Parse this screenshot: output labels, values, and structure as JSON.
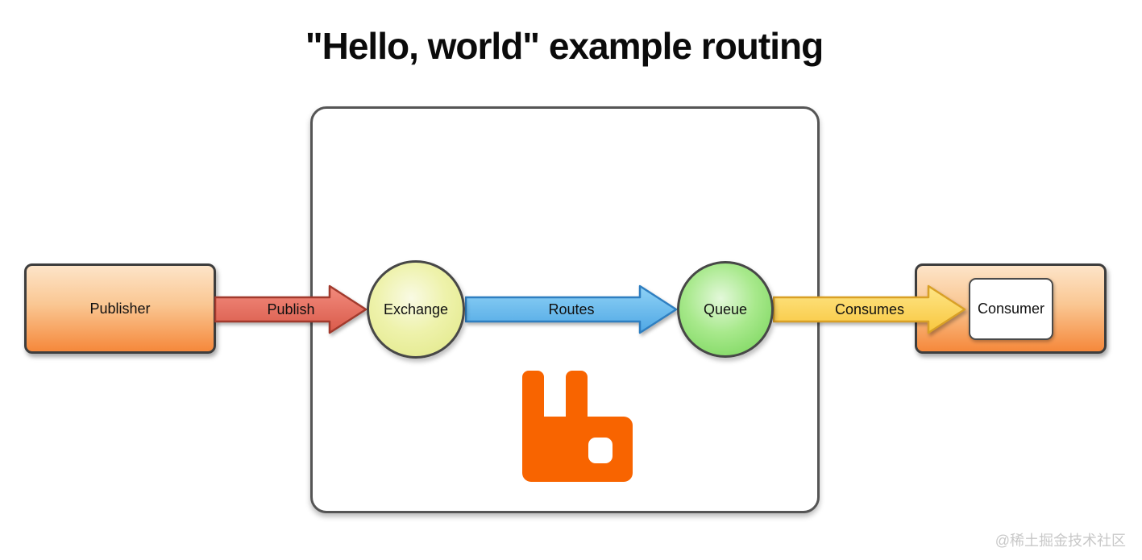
{
  "title": "\"Hello, world\" example routing",
  "watermark": "@稀土掘金技术社区",
  "diagram": {
    "description": "RabbitMQ hello-world message routing diagram",
    "nodes": {
      "publisher": {
        "label": "Publisher",
        "shape": "rounded-box",
        "fill": "orange-gradient"
      },
      "exchange": {
        "label": "Exchange",
        "shape": "circle",
        "fill": "#e0e784"
      },
      "queue": {
        "label": "Queue",
        "shape": "circle",
        "fill": "#72d254"
      },
      "consumer": {
        "label": "Consumer",
        "shape": "white-box-in-orange-box",
        "fill": "#ffffff"
      },
      "broker": {
        "label": "",
        "shape": "large-rounded-container",
        "fill": "#ffffff"
      }
    },
    "edges": [
      {
        "label": "Publish",
        "from": "publisher",
        "to": "exchange",
        "color": "#e66a5c"
      },
      {
        "label": "Routes",
        "from": "exchange",
        "to": "queue",
        "color": "#6ec3f0"
      },
      {
        "label": "Consumes",
        "from": "queue",
        "to": "consumer",
        "color": "#fcd964"
      }
    ],
    "logo": "rabbitmq-logo",
    "colors": {
      "rabbitmq_orange": "#f86400",
      "publish_arrow_fill": "#e66a5c",
      "publish_arrow_stroke": "#a23a2d",
      "routes_arrow_fill": "#6ec3f0",
      "routes_arrow_stroke": "#2f7fc1",
      "consumes_arrow_fill": "#fcd964",
      "consumes_arrow_stroke": "#d9a026",
      "node_box_gradient_top": "#fde4c8",
      "node_box_gradient_bottom": "#f5883b",
      "exchange_fill": "#e0e784",
      "queue_fill": "#72d254",
      "border_gray": "#4a4a4a",
      "background": "#ffffff"
    }
  }
}
